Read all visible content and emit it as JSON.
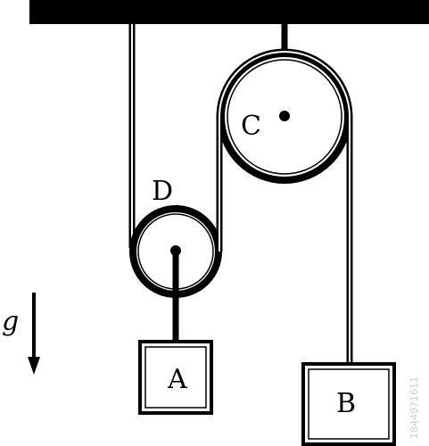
{
  "diagram": {
    "pulley_fixed_label": "C",
    "pulley_movable_label": "D",
    "block_left_label": "A",
    "block_right_label": "B",
    "gravity_label": "g"
  },
  "watermark": {
    "id_text": "1844971611"
  }
}
